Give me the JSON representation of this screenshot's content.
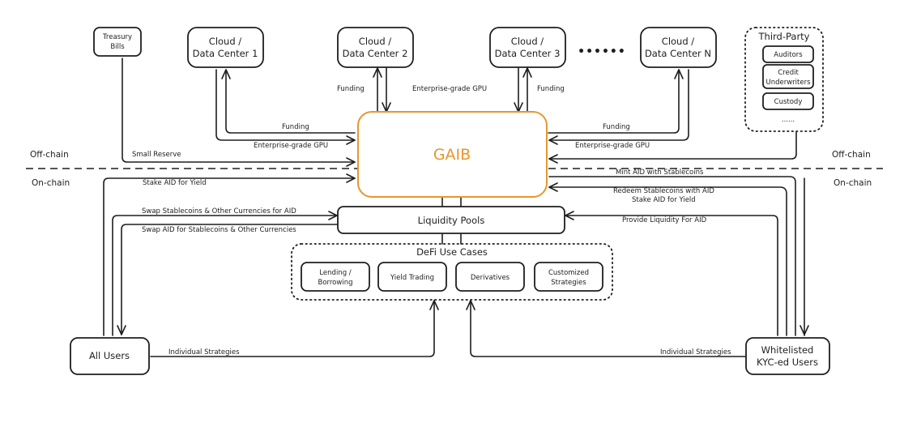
{
  "colors": {
    "ink": "#1e1e1e",
    "gaib_accent": "#e8952f",
    "background": "#ffffff"
  },
  "zones": {
    "off_chain": "Off-chain",
    "on_chain": "On-chain"
  },
  "nodes": {
    "treasury": {
      "line1": "Treasury",
      "line2": "Bills"
    },
    "dc1": {
      "line1": "Cloud /",
      "line2": "Data Center 1"
    },
    "dc2": {
      "line1": "Cloud /",
      "line2": "Data Center 2"
    },
    "dc3": {
      "line1": "Cloud /",
      "line2": "Data Center 3"
    },
    "dcn": {
      "line1": "Cloud /",
      "line2": "Data Center N"
    },
    "dc_ellipsis": "••••••",
    "gaib": "GAIB",
    "liquidity_pools": "Liquidity Pools",
    "all_users": "All Users",
    "kyc_users": {
      "line1": "Whitelisted",
      "line2": "KYC-ed Users"
    },
    "third_party": {
      "title": "Third-Party",
      "items": [
        {
          "line1": "Auditors",
          "line2": ""
        },
        {
          "line1": "Credit",
          "line2": "Underwriters"
        },
        {
          "line1": "Custody",
          "line2": ""
        }
      ],
      "ellipsis": "......"
    },
    "defi": {
      "title": "DeFi Use Cases",
      "items": [
        {
          "line1": "Lending /",
          "line2": "Borrowing"
        },
        {
          "line1": "Yield Trading",
          "line2": ""
        },
        {
          "line1": "Derivatives",
          "line2": ""
        },
        {
          "line1": "Customized",
          "line2": "Strategies"
        }
      ]
    }
  },
  "edges": {
    "dc1_funding": "Funding",
    "dc1_gpu": "Enterprise-grade GPU",
    "dc2_funding": "Funding",
    "dc2_gpu": "Enterprise-grade GPU",
    "dc3_funding": "Funding",
    "dcn_funding": "Funding",
    "dcn_gpu": "Enterprise-grade GPU",
    "small_reserve": "Small Reserve",
    "stake_left": "Stake AID for Yield",
    "swap_in": "Swap Stablecoins & Other Currencies for AID",
    "swap_out": "Swap AID for Stablecoins & Other Currencies",
    "mint": "Mint AID with Stablecoins",
    "redeem": "Redeem Stablecoins with AID",
    "stake_right": "Stake AID for Yield",
    "provide_liquidity": "Provide Liquidity For AID",
    "individual_left": "Individual Strategies",
    "individual_right": "Individual Strategies"
  }
}
